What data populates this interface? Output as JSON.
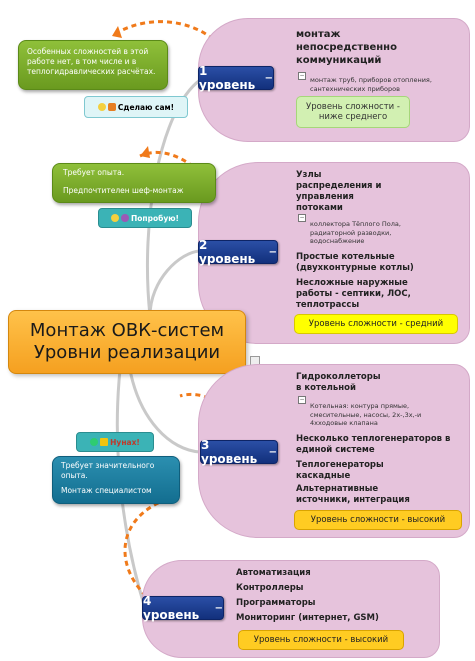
{
  "central": {
    "line1": "Монтаж ОВК-систем",
    "line2": "Уровни реализации"
  },
  "levels": [
    {
      "label": "1 уровень",
      "section_title": "монтаж непосредственно коммуникаций",
      "detail": "монтаж труб, приборов отопления, сантехнических приборов",
      "difficulty": "Уровень сложности - ниже среднего",
      "callout": "Особенных сложностей в этой работе нет, в том числе и в теплогидравлических расчётах.",
      "tag": "Сделаю сам!"
    },
    {
      "label": "2 уровень",
      "items": [
        "Узлы распределения и управления потоками",
        "Простые котельные (двухконтурные котлы)",
        "Несложные наружные работы - септики, ЛОС, теплотрассы"
      ],
      "detail": "коллектора Тёплого Пола, радиаторной разводки, водоснабжение",
      "difficulty": "Уровень сложности - средний",
      "callout_line1": "Требует опыта.",
      "callout_line2": "Предпочтителен шеф-монтаж",
      "tag": "Попробую!"
    },
    {
      "label": "3 уровень",
      "items": [
        "Гидроколлеторы в котельной",
        "Несколько теплогенераторов в единой системе",
        "Теплогенераторы каскадные",
        "Альтернативные источники, интеграция"
      ],
      "detail": "Котельная: контура прямые, смесительные, насосы, 2х-,3х,-и 4хходовые клапана",
      "difficulty": "Уровень сложности - высокий",
      "callout_line1": "Требует значительного опыта.",
      "callout_line2": "Монтаж специалистом",
      "tag": "Нунах!"
    },
    {
      "label": "4 уровень",
      "items": [
        "Автоматизация",
        "Контроллеры",
        "Программаторы",
        "Мониторинг (интернет, GSM)"
      ],
      "difficulty": "Уровень сложности - высокий"
    }
  ],
  "colors": {
    "panel": "#e6c3dc",
    "level_box": "#1b3a8c",
    "central": "#f7a92a",
    "dashed_arrow": "#f07a1a",
    "callout_green": "#7aac28",
    "callout_teal": "#1a7fa0"
  }
}
